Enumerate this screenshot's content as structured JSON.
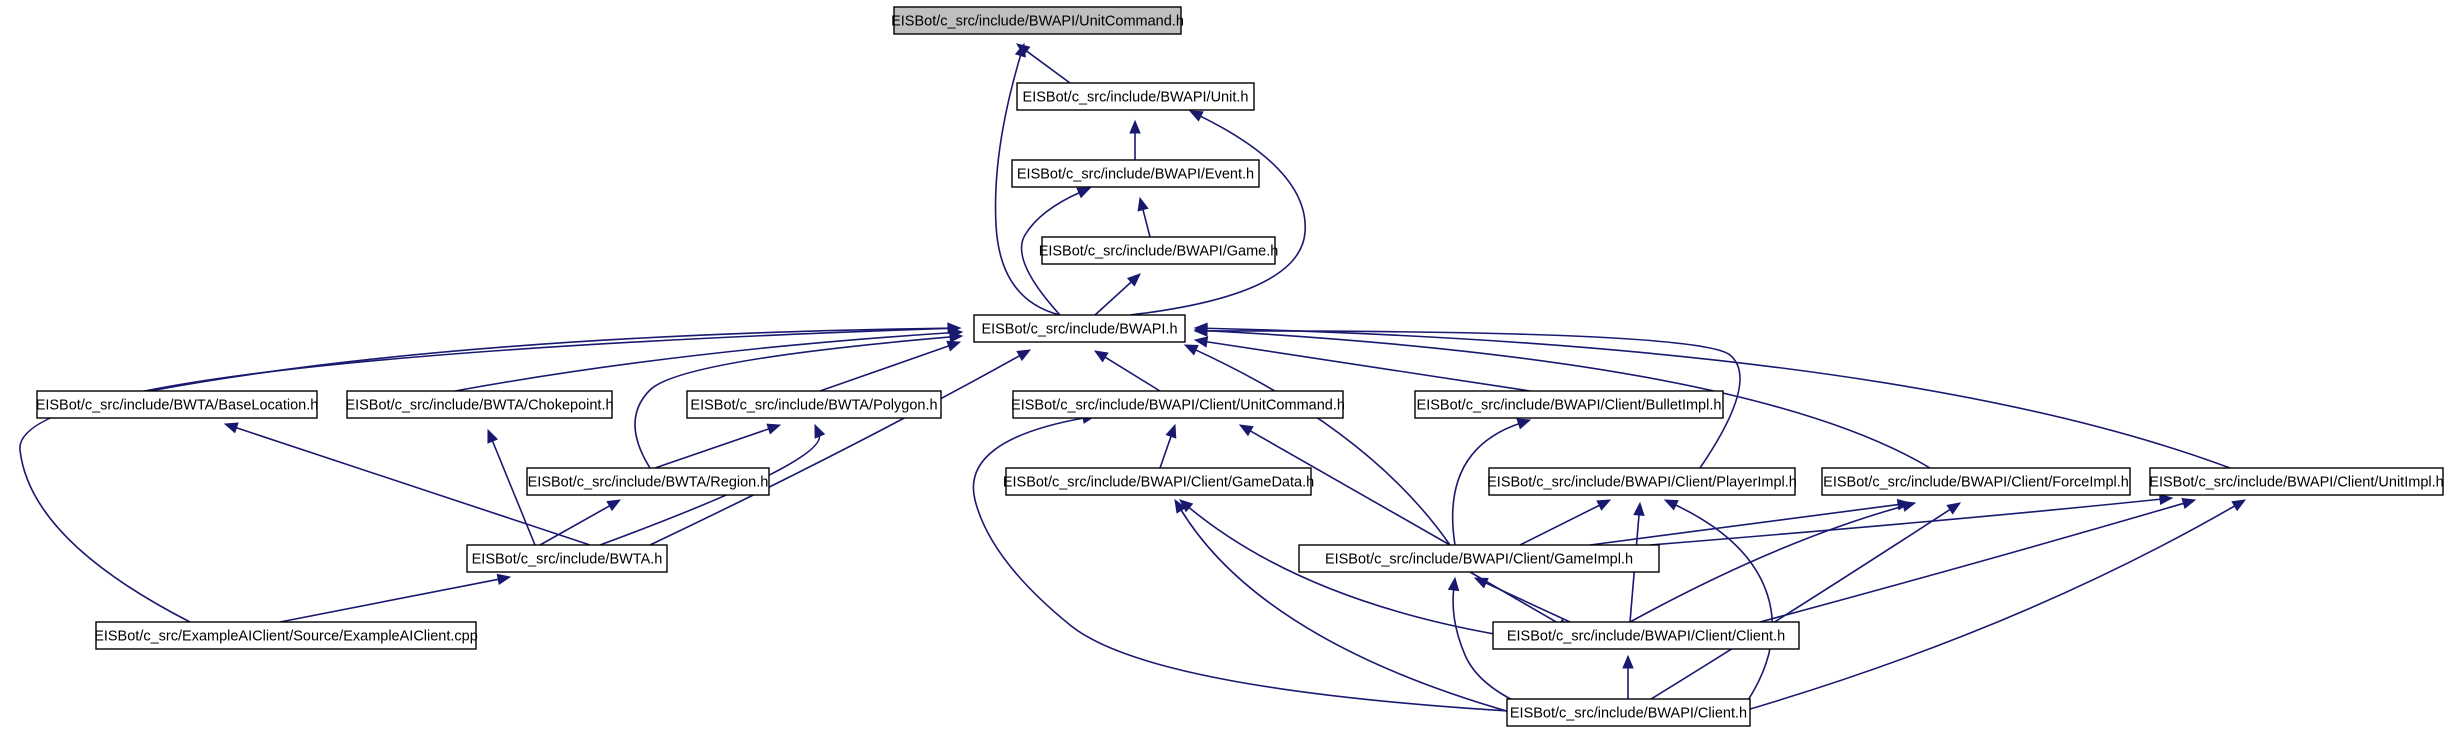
{
  "diagram": {
    "type": "include-dependency-graph",
    "edge_color": "#191970",
    "root_fill": "#bfbfbf",
    "node_fill": "#ffffff",
    "nodes": [
      {
        "id": "n0",
        "label": "EISBot/c_src/include/BWAPI/UnitCommand.h",
        "root": true
      },
      {
        "id": "n1",
        "label": "EISBot/c_src/include/BWAPI/Unit.h"
      },
      {
        "id": "n2",
        "label": "EISBot/c_src/include/BWAPI/Event.h"
      },
      {
        "id": "n3",
        "label": "EISBot/c_src/include/BWAPI/Game.h"
      },
      {
        "id": "n4",
        "label": "EISBot/c_src/include/BWAPI.h"
      },
      {
        "id": "n5",
        "label": "EISBot/c_src/include/BWTA/BaseLocation.h"
      },
      {
        "id": "n6",
        "label": "EISBot/c_src/include/BWTA/Chokepoint.h"
      },
      {
        "id": "n7",
        "label": "EISBot/c_src/include/BWTA/Polygon.h"
      },
      {
        "id": "n8",
        "label": "EISBot/c_src/include/BWAPI/Client/UnitCommand.h"
      },
      {
        "id": "n9",
        "label": "EISBot/c_src/include/BWAPI/Client/BulletImpl.h"
      },
      {
        "id": "n10",
        "label": "EISBot/c_src/include/BWTA/Region.h"
      },
      {
        "id": "n11",
        "label": "EISBot/c_src/include/BWAPI/Client/GameData.h"
      },
      {
        "id": "n12",
        "label": "EISBot/c_src/include/BWAPI/Client/PlayerImpl.h"
      },
      {
        "id": "n13",
        "label": "EISBot/c_src/include/BWAPI/Client/ForceImpl.h"
      },
      {
        "id": "n14",
        "label": "EISBot/c_src/include/BWAPI/Client/UnitImpl.h"
      },
      {
        "id": "n15",
        "label": "EISBot/c_src/include/BWTA.h"
      },
      {
        "id": "n16",
        "label": "EISBot/c_src/include/BWAPI/Client/GameImpl.h"
      },
      {
        "id": "n17",
        "label": "EISBot/c_src/ExampleAIClient/Source/ExampleAIClient.cpp"
      },
      {
        "id": "n18",
        "label": "EISBot/c_src/include/BWAPI/Client/Client.h"
      },
      {
        "id": "n19",
        "label": "EISBot/c_src/include/BWAPI/Client.h"
      }
    ],
    "edges": [
      {
        "from": "n1",
        "to": "n0"
      },
      {
        "from": "n4",
        "to": "n0"
      },
      {
        "from": "n2",
        "to": "n1"
      },
      {
        "from": "n4",
        "to": "n1"
      },
      {
        "from": "n3",
        "to": "n2"
      },
      {
        "from": "n4",
        "to": "n2"
      },
      {
        "from": "n4",
        "to": "n3"
      },
      {
        "from": "n5",
        "to": "n4"
      },
      {
        "from": "n6",
        "to": "n4"
      },
      {
        "from": "n7",
        "to": "n4"
      },
      {
        "from": "n10",
        "to": "n4"
      },
      {
        "from": "n15",
        "to": "n4"
      },
      {
        "from": "n17",
        "to": "n4"
      },
      {
        "from": "n8",
        "to": "n4"
      },
      {
        "from": "n9",
        "to": "n4"
      },
      {
        "from": "n16",
        "to": "n4"
      },
      {
        "from": "n12",
        "to": "n4"
      },
      {
        "from": "n13",
        "to": "n4"
      },
      {
        "from": "n14",
        "to": "n4"
      },
      {
        "from": "n15",
        "to": "n5"
      },
      {
        "from": "n15",
        "to": "n6"
      },
      {
        "from": "n10",
        "to": "n7"
      },
      {
        "from": "n15",
        "to": "n7"
      },
      {
        "from": "n15",
        "to": "n10"
      },
      {
        "from": "n17",
        "to": "n15"
      },
      {
        "from": "n11",
        "to": "n8"
      },
      {
        "from": "n16",
        "to": "n8"
      },
      {
        "from": "n19",
        "to": "n8"
      },
      {
        "from": "n16",
        "to": "n9"
      },
      {
        "from": "n18",
        "to": "n11"
      },
      {
        "from": "n19",
        "to": "n11"
      },
      {
        "from": "n16",
        "to": "n12"
      },
      {
        "from": "n18",
        "to": "n12"
      },
      {
        "from": "n19",
        "to": "n12"
      },
      {
        "from": "n16",
        "to": "n13"
      },
      {
        "from": "n18",
        "to": "n13"
      },
      {
        "from": "n19",
        "to": "n13"
      },
      {
        "from": "n16",
        "to": "n14"
      },
      {
        "from": "n18",
        "to": "n14"
      },
      {
        "from": "n19",
        "to": "n14"
      },
      {
        "from": "n18",
        "to": "n16"
      },
      {
        "from": "n16",
        "to": "n18"
      },
      {
        "from": "n19",
        "to": "n16"
      },
      {
        "from": "n19",
        "to": "n18"
      }
    ]
  }
}
